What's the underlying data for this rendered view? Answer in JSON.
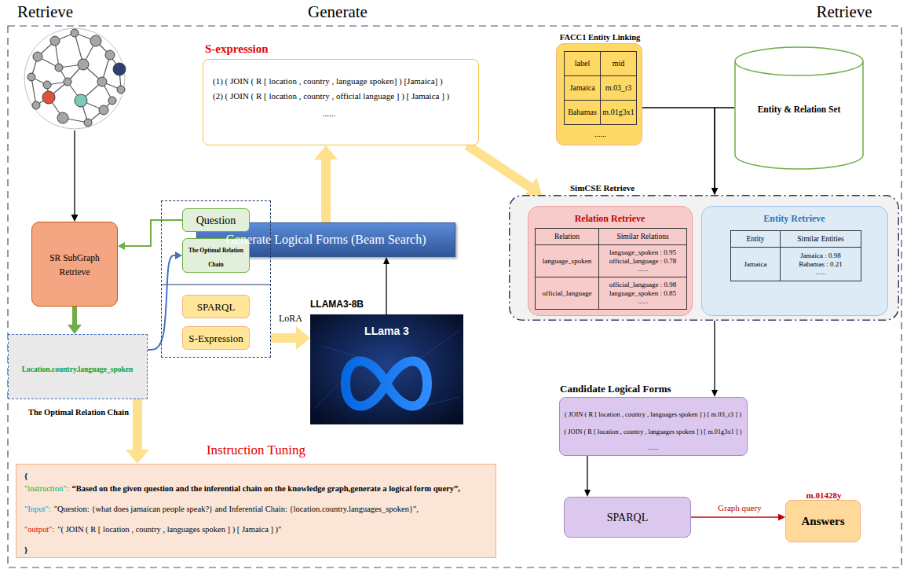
{
  "diagram": {
    "nodes": [
      {
        "text": [
          "S-expression",
          "(1) ( JOIN ( R [ location , country , language spoken] ) [Jamaica] )",
          "(2) ( JOIN ( R [ location , country , official language ] ) [ Jamaica ] )",
          "......"
        ]
      },
      {
        "text": [
          "Generate Logical Forms (Beam Search)"
        ]
      },
      {
        "text": [
          "SR SubGraph Retrieve"
        ]
      },
      {
        "text": []
      },
      {
        "text": [
          "Question"
        ],
        "in": 3
      },
      {
        "text": [
          "The Optimal Relation Chain"
        ],
        "in": 3
      },
      {
        "text": [
          "SPARQL"
        ],
        "in": 3
      },
      {
        "text": [
          "S-Expression"
        ],
        "in": 3
      },
      {
        "text": [
          "Location.country.language_spoken",
          "The Optimal Relation Chain"
        ]
      },
      {
        "text": [
          "LLAMA3-8B",
          "LLama 3"
        ]
      },
      {
        "text": [
          "Instruction Tuning",
          "{",
          "\"instruction\":",
          "“Based on the given question and the inferential chain on the knowledge graph,generate a logical form query”,",
          "\"Input\":",
          "\"Question: {what does jamaican people speak?} and Inferential Chain: {location.country.languages_spoken}\",",
          "\"output\":",
          "\"( JOIN ( R [ location , country , languages spoken ] ) [ Jamaica ] )\"",
          "}"
        ]
      },
      {
        "text": [
          "FACC1 Entity Linking",
          "label",
          "mid",
          "Jamaica",
          "m.03_r3",
          "Bahamas",
          "m.01g3x1",
          "......"
        ]
      },
      {
        "text": [
          "Entity & Relation Set"
        ]
      },
      {
        "text": [
          "SimCSE Retrieve"
        ]
      },
      {
        "text": [
          "Relation Retrieve",
          "Relation",
          "Similar Relations",
          "language_spoken",
          "language_spoken : 0.95",
          "official_language : 0.78",
          "......",
          "official_language",
          "official_language : 0.98",
          "language_spoken : 0.85",
          "......"
        ],
        "in": 13
      },
      {
        "text": [
          "Entity Retrieve",
          "Entity",
          "Similar Entities",
          "Jamaica",
          "Jamaica : 0.98",
          "Bahamas : 0.21",
          "......"
        ],
        "in": 13
      },
      {
        "text": [
          "Candidate Logical Forms",
          "( JOIN ( R [ location , country , languages spoken ] ) [ m.03_r3 ] )",
          "( JOIN ( R [ location , country , languages spoken ] ) [ m.01g3x1 ] )",
          "......"
        ]
      },
      {
        "text": [
          "SPARQL"
        ]
      },
      {
        "text": [
          "m.01428y",
          "Answers"
        ]
      }
    ],
    "edges": [
      {
        "from": 4,
        "to": 2,
        "arrow": "to"
      },
      {
        "from": 2,
        "to": 8,
        "arrow": "to"
      },
      {
        "from": 8,
        "to": 5,
        "arrow": "to"
      },
      {
        "from": 3,
        "to": 9,
        "arrow": "to",
        "label": "LoRA"
      },
      {
        "from": 9,
        "to": 1,
        "arrow": "to"
      },
      {
        "from": 1,
        "to": 0,
        "arrow": "to"
      },
      {
        "from": 0,
        "to": 13,
        "arrow": "to"
      },
      {
        "from": 8,
        "to": 10,
        "arrow": "to"
      },
      {
        "from": 11,
        "to": 13,
        "arrow": "to"
      },
      {
        "from": 12,
        "to": 13,
        "arrow": "to"
      },
      {
        "from": 13,
        "to": 16,
        "arrow": "to"
      },
      {
        "from": 16,
        "to": 17,
        "arrow": "to"
      },
      {
        "from": 17,
        "to": 18,
        "arrow": "to",
        "label": "Graph query"
      }
    ],
    "labels": [
      "Retrieve",
      "Generate",
      "Retrieve"
    ]
  }
}
